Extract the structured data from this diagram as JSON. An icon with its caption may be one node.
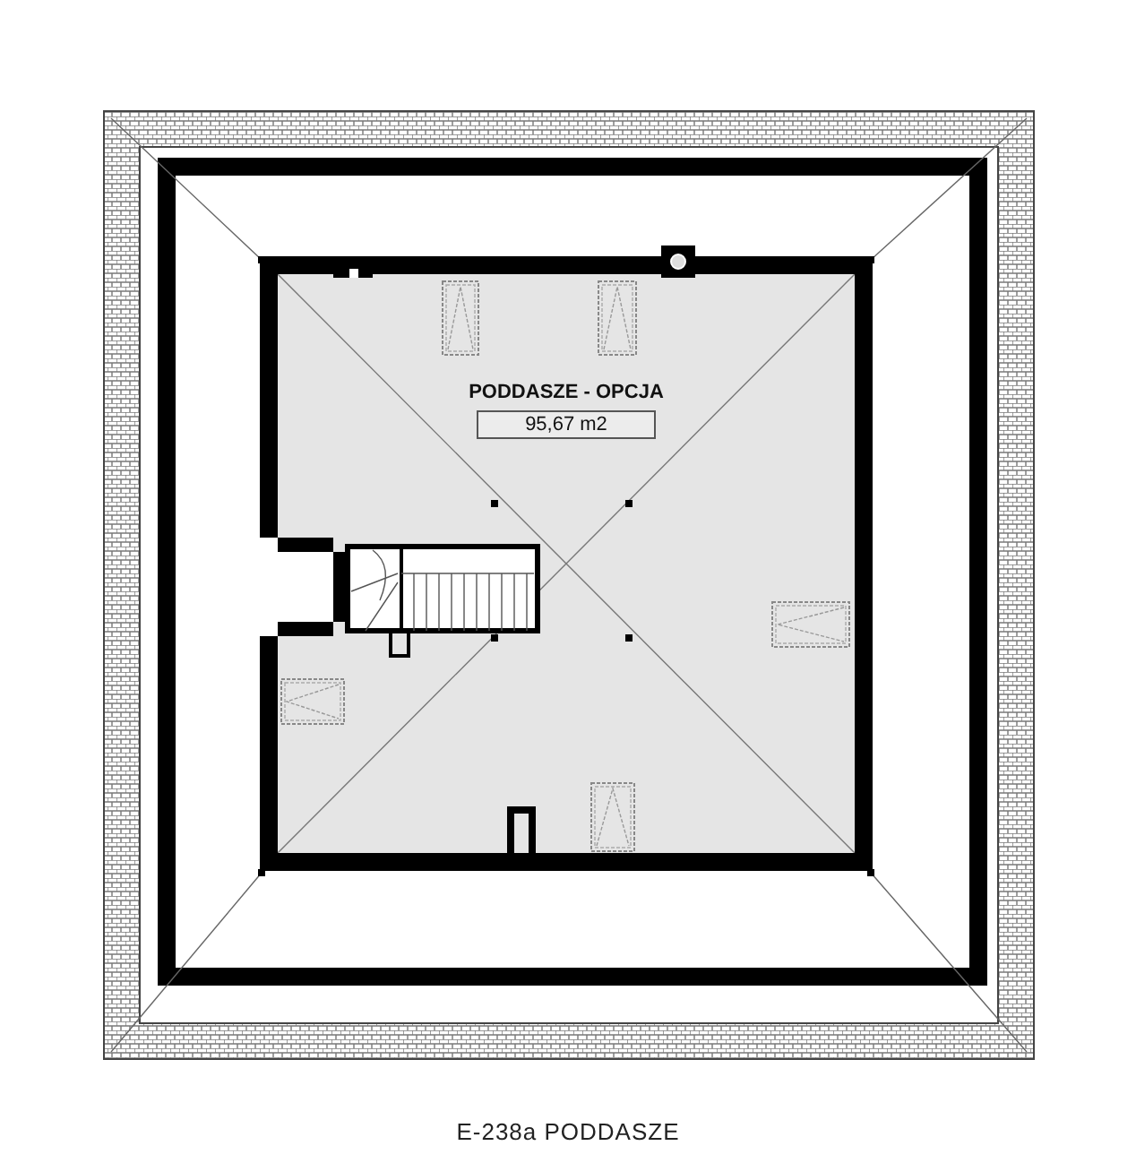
{
  "diagram": {
    "caption": "E-238a PODDASZE",
    "nodes": [
      {
        "text": [
          "PODDASZE - OPCJA",
          "95,67 m2"
        ]
      }
    ]
  }
}
